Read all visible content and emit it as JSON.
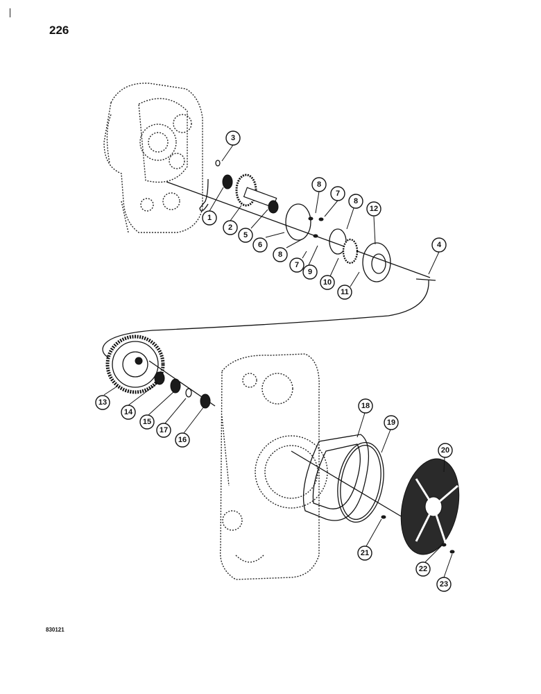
{
  "page": {
    "number": "226",
    "figure_code": "830121"
  },
  "callouts": [
    {
      "id": "c1",
      "label": "1"
    },
    {
      "id": "c2",
      "label": "2"
    },
    {
      "id": "c3",
      "label": "3"
    },
    {
      "id": "c4",
      "label": "4"
    },
    {
      "id": "c5",
      "label": "5"
    },
    {
      "id": "c6",
      "label": "6"
    },
    {
      "id": "c7a",
      "label": "7"
    },
    {
      "id": "c7b",
      "label": "7"
    },
    {
      "id": "c8a",
      "label": "8"
    },
    {
      "id": "c8b",
      "label": "8"
    },
    {
      "id": "c8c",
      "label": "8"
    },
    {
      "id": "c9",
      "label": "9"
    },
    {
      "id": "c10",
      "label": "10"
    },
    {
      "id": "c11",
      "label": "11"
    },
    {
      "id": "c12",
      "label": "12"
    },
    {
      "id": "c13",
      "label": "13"
    },
    {
      "id": "c14",
      "label": "14"
    },
    {
      "id": "c15",
      "label": "15"
    },
    {
      "id": "c16",
      "label": "16"
    },
    {
      "id": "c17",
      "label": "17"
    },
    {
      "id": "c18",
      "label": "18"
    },
    {
      "id": "c19",
      "label": "19"
    },
    {
      "id": "c20",
      "label": "20"
    },
    {
      "id": "c21",
      "label": "21"
    },
    {
      "id": "c22",
      "label": "22"
    },
    {
      "id": "c23",
      "label": "23"
    }
  ]
}
